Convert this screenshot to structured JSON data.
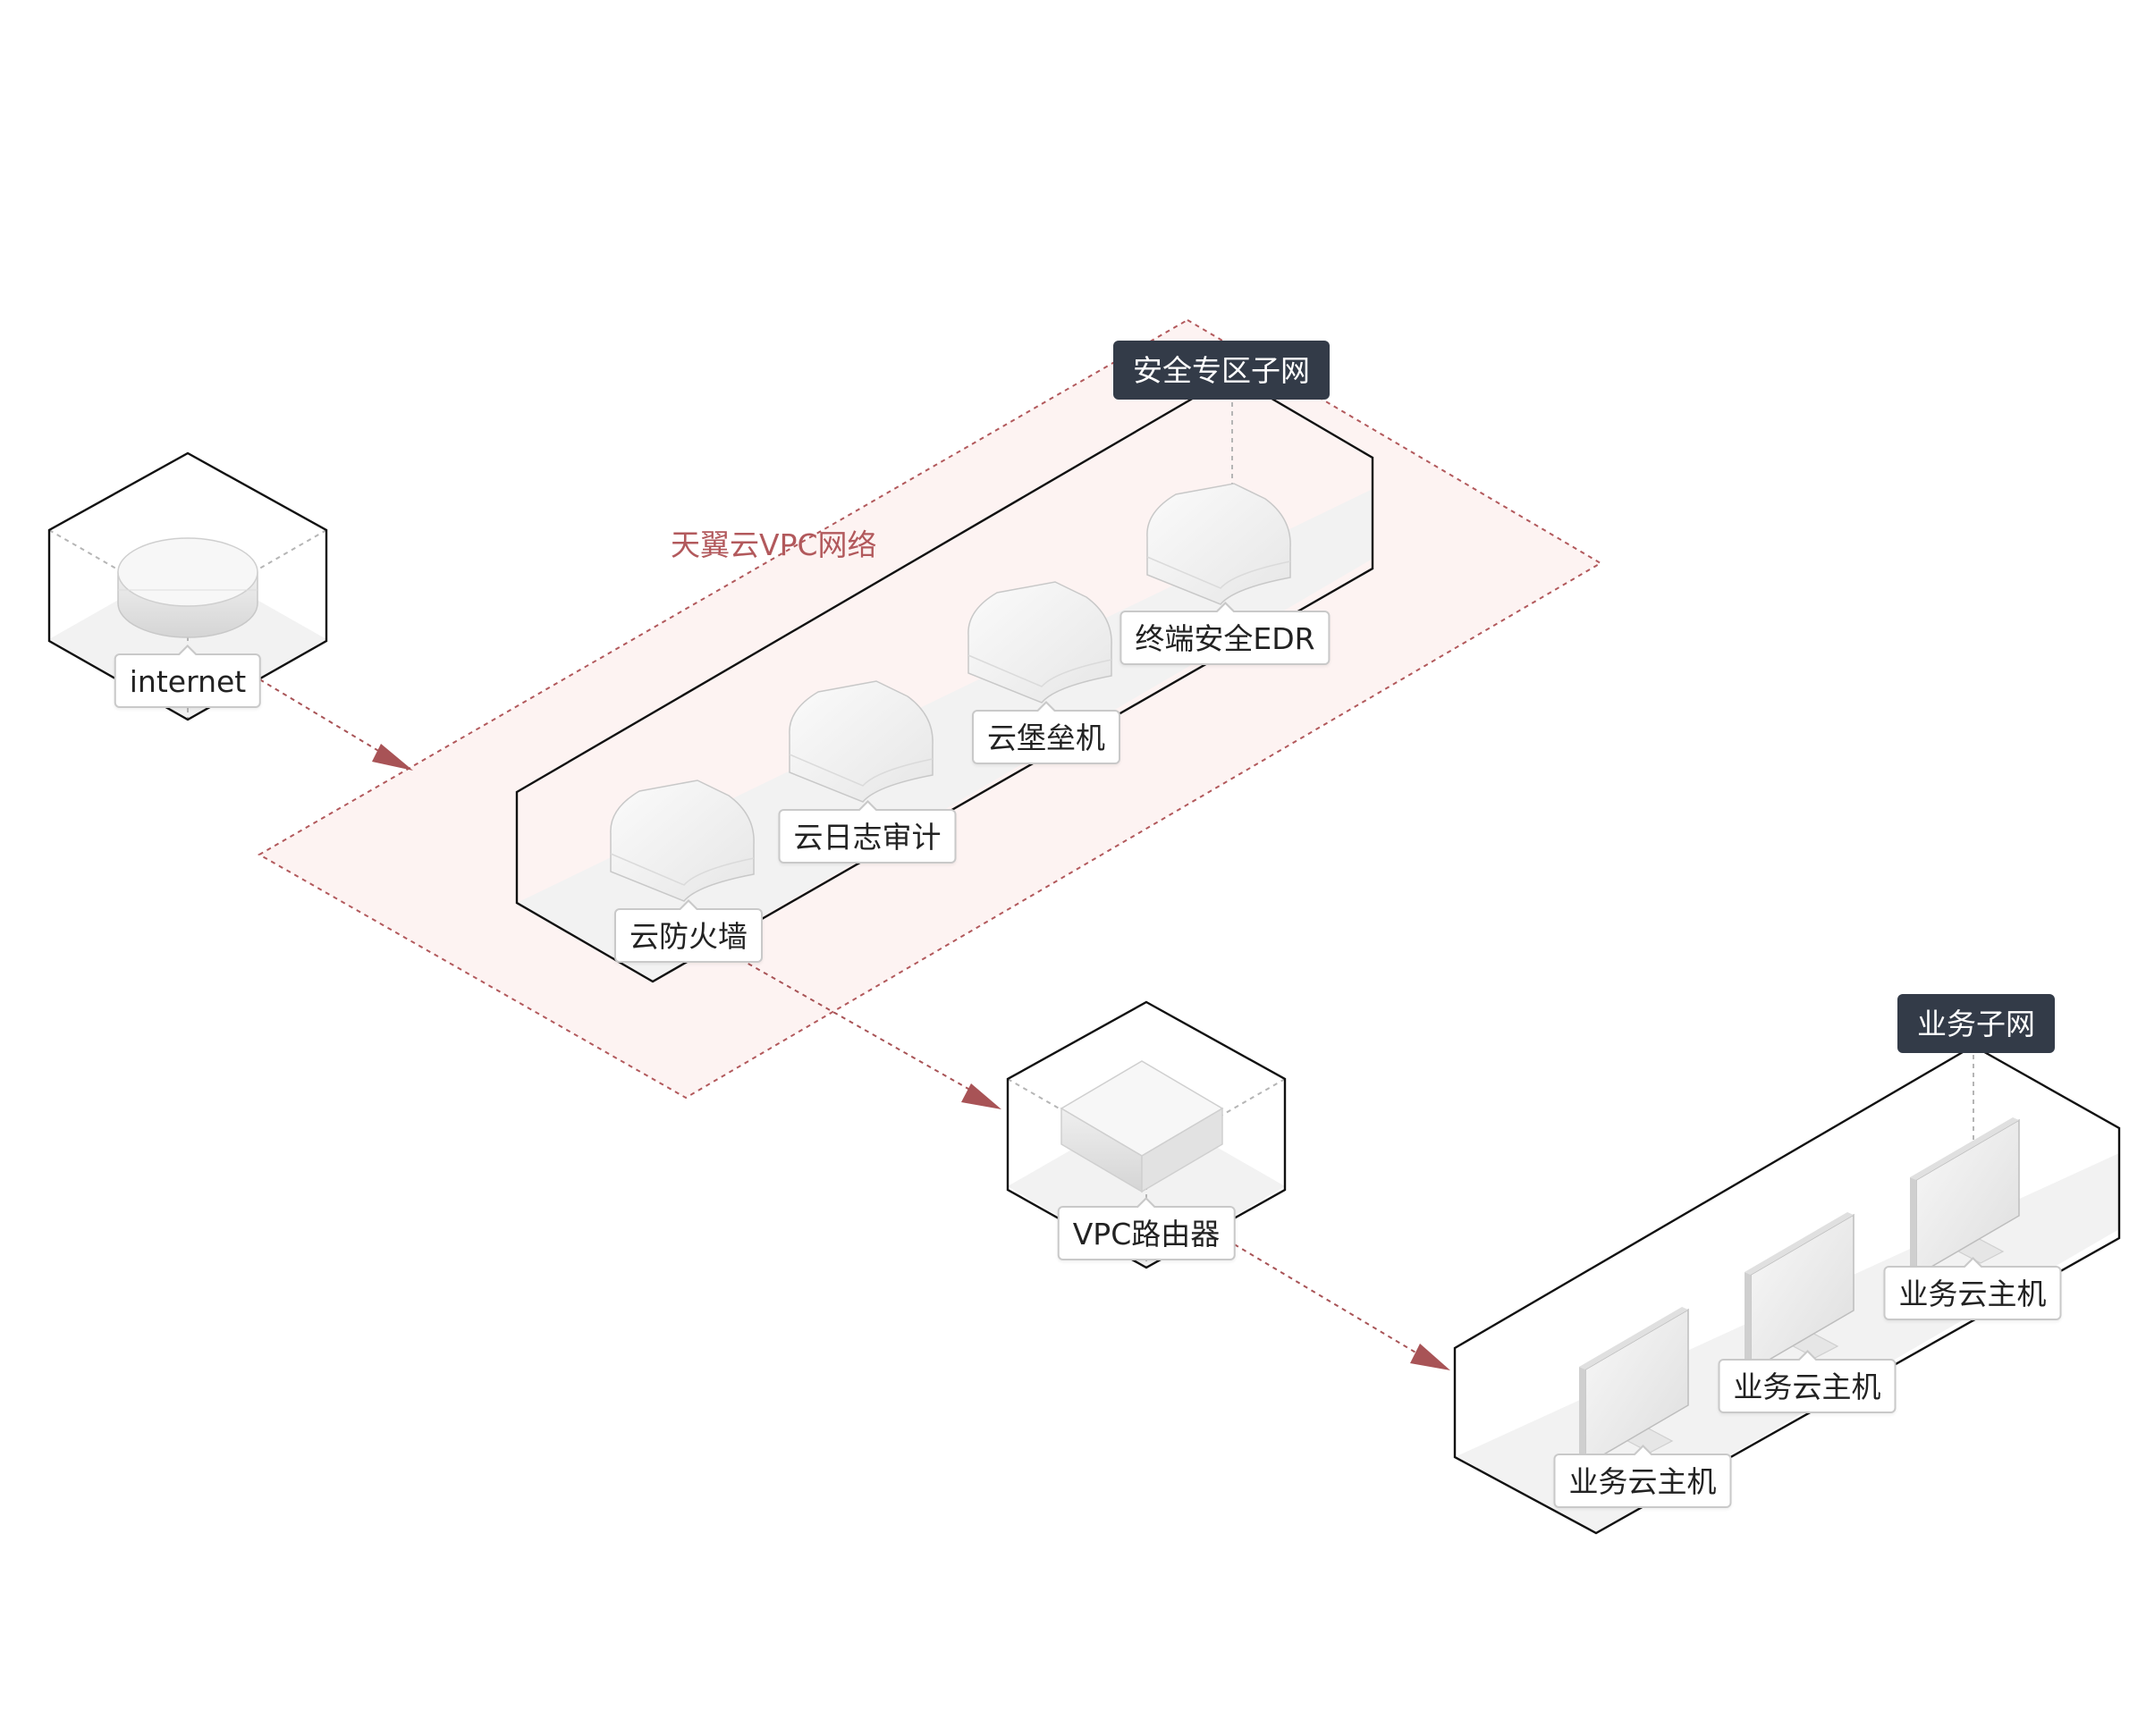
{
  "vpc": {
    "title": "天翼云VPC网络"
  },
  "subnets": {
    "security": {
      "title": "安全专区子网"
    },
    "business": {
      "title": "业务子网"
    }
  },
  "nodes": {
    "internet": {
      "label": "internet",
      "icon": "cylinder-icon"
    },
    "firewall": {
      "label": "云防火墙",
      "icon": "shield-icon"
    },
    "log_audit": {
      "label": "云日志审计",
      "icon": "shield-icon"
    },
    "bastion": {
      "label": "云堡垒机",
      "icon": "shield-icon"
    },
    "edr": {
      "label": "终端安全EDR",
      "icon": "shield-icon"
    },
    "router": {
      "label": "VPC路由器",
      "icon": "router-box-icon"
    },
    "host_1": {
      "label": "业务云主机",
      "icon": "monitor-icon"
    },
    "host_2": {
      "label": "业务云主机",
      "icon": "monitor-icon"
    },
    "host_3": {
      "label": "业务云主机",
      "icon": "monitor-icon"
    }
  },
  "colors": {
    "dark_header": "#333b48",
    "vpc_accent": "#b2595c",
    "vpc_fill": "#fdf3f2",
    "arrow": "#a85356",
    "outline": "#111111"
  }
}
